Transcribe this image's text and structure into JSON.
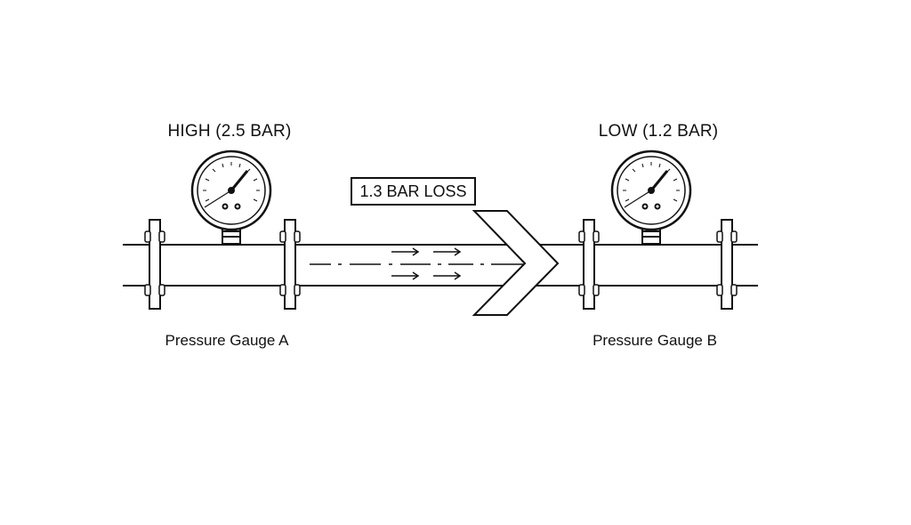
{
  "diagram": {
    "gauge_a": {
      "reading": "HIGH (2.5 BAR)",
      "name": "Pressure Gauge A"
    },
    "gauge_b": {
      "reading": "LOW (1.2 BAR)",
      "name": "Pressure Gauge B"
    },
    "loss_label": "1.3 BAR LOSS",
    "icons": [
      "pressure-gauge-icon",
      "flow-arrow-icon",
      "flange-icon"
    ],
    "colors": {
      "line": "#111111",
      "background": "#ffffff"
    }
  }
}
